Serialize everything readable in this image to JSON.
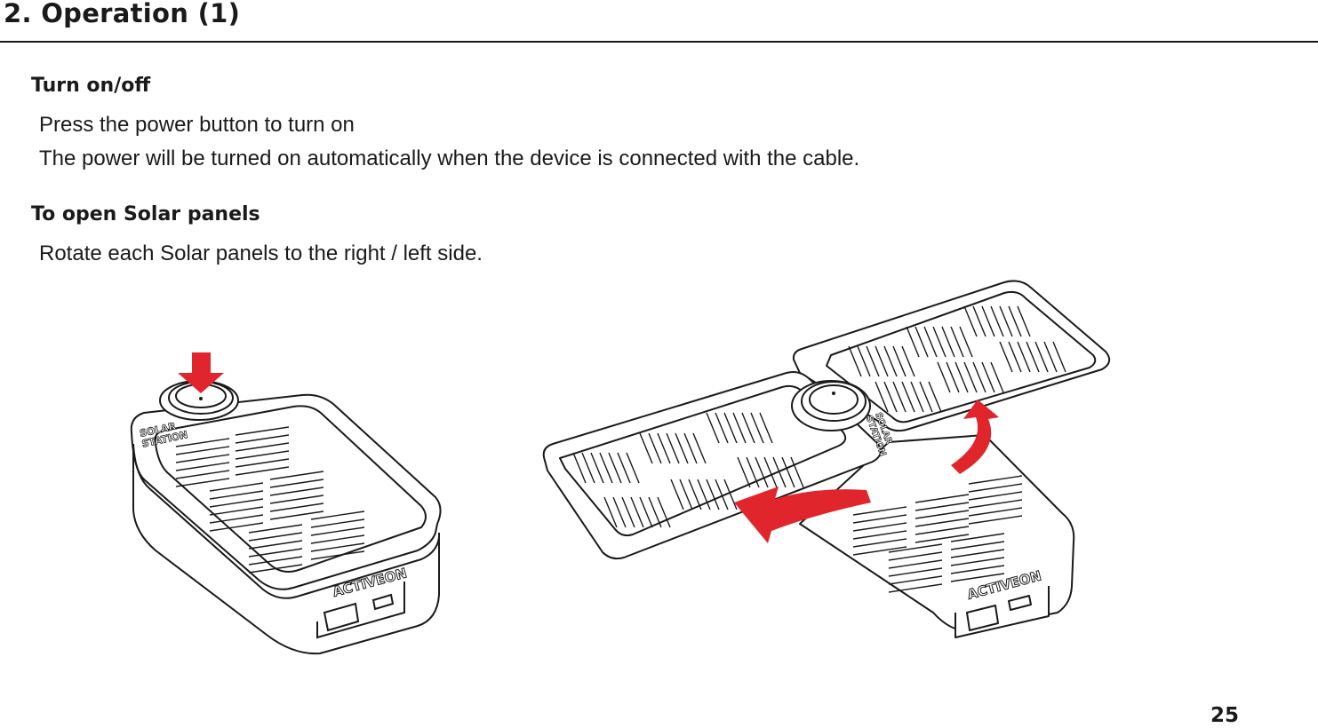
{
  "header": {
    "title": "2. Operation (1)"
  },
  "sections": [
    {
      "heading": "Turn on/off",
      "lines": [
        "Press the power button to turn on",
        "The power will be turned on automatically when the device is connected with the cable."
      ]
    },
    {
      "heading": "To open Solar panels",
      "lines": [
        "Rotate each Solar panels to the right / left side."
      ]
    }
  ],
  "figures": {
    "device_brand": "ACTIVEON",
    "device_label_line1": "SOLAR",
    "device_label_line2": "STATION",
    "press_arrow_color": "#e0262c",
    "rotate_arrow_color": "#e0262c",
    "line_color": "#1a1a1a"
  },
  "footer": {
    "page_number": "25"
  }
}
